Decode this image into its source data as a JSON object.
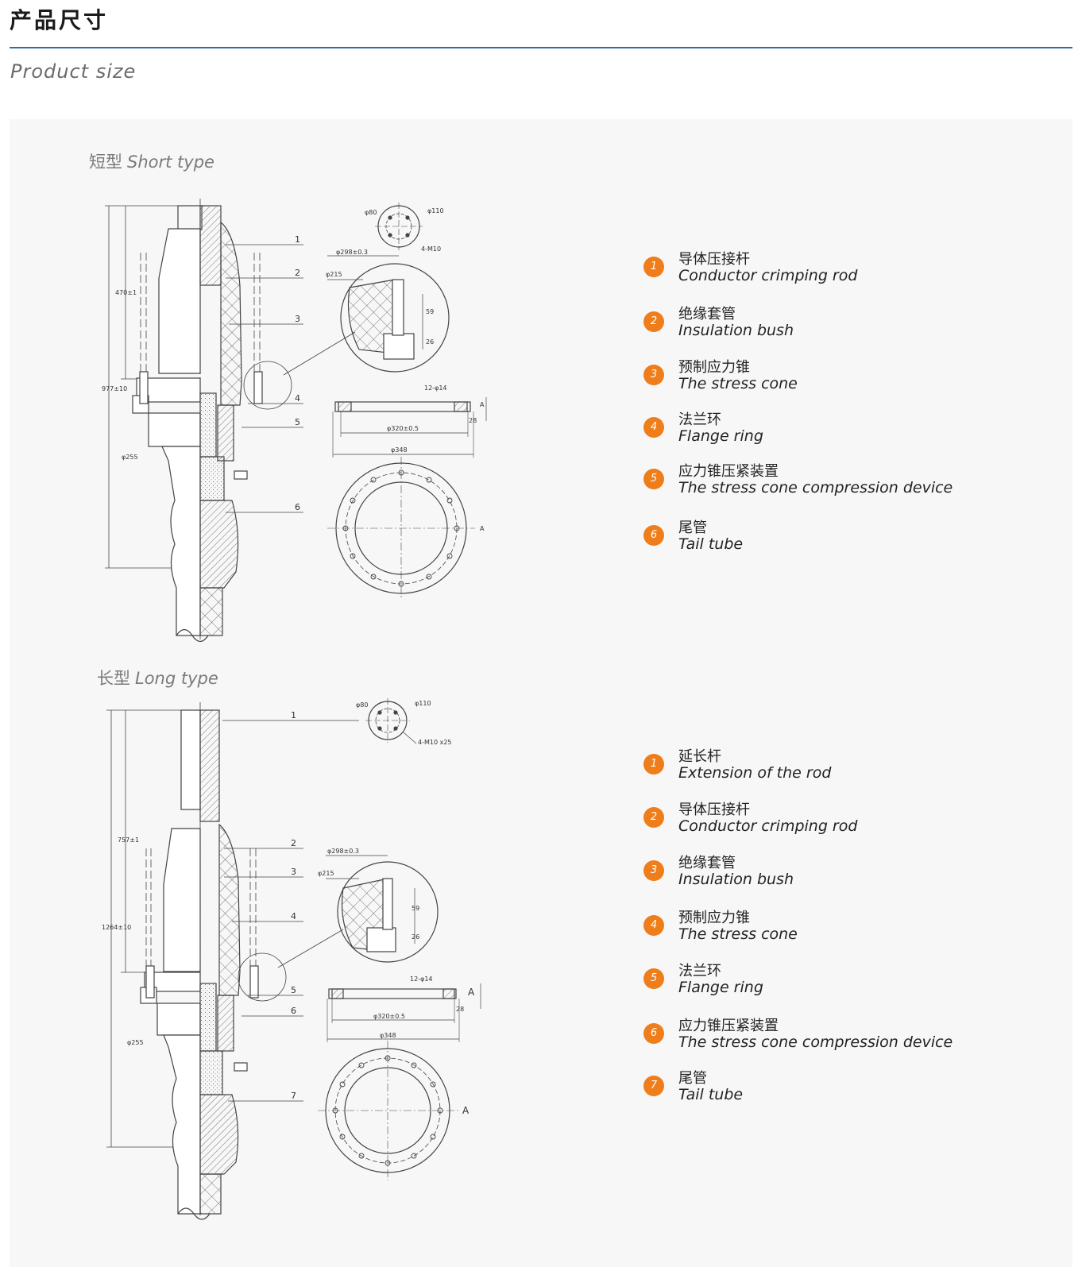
{
  "header": {
    "title": "产品尺寸",
    "subtitle": "Product size"
  },
  "sections": [
    {
      "title_cn": "短型",
      "title_en": "Short type",
      "dimensions": {
        "total": "977±10",
        "upper": "470±1",
        "dia_255": "φ255",
        "dia_298": "φ298±0.3",
        "dia_215": "φ215",
        "dia_80": "φ80",
        "dia_110": "φ110",
        "bolts": "4-M10",
        "h59": "59",
        "h26": "26",
        "holes": "12-φ14",
        "dia_320": "φ320±0.5",
        "dia_348": "φ348",
        "h28": "28",
        "view_a": "A"
      },
      "callouts": [
        "1",
        "2",
        "3",
        "4",
        "5",
        "6"
      ],
      "legend": [
        {
          "num": "1",
          "cn": "导体压接杆",
          "en": "Conductor crimping rod"
        },
        {
          "num": "2",
          "cn": "绝缘套管",
          "en": "Insulation bush"
        },
        {
          "num": "3",
          "cn": "预制应力锥",
          "en": "The stress cone"
        },
        {
          "num": "4",
          "cn": "法兰环",
          "en": "Flange ring"
        },
        {
          "num": "5",
          "cn": "应力锥压紧装置",
          "en": "The stress cone compression device"
        },
        {
          "num": "6",
          "cn": "尾管",
          "en": "Tail tube"
        }
      ]
    },
    {
      "title_cn": "长型",
      "title_en": "Long type",
      "dimensions": {
        "total": "1264±10",
        "upper": "757±1",
        "dia_255": "φ255",
        "dia_298": "φ298±0.3",
        "dia_215": "φ215",
        "dia_80": "φ80",
        "dia_110": "φ110",
        "bolts": "4-M10 x25",
        "h59": "59",
        "h26": "26",
        "holes": "12-φ14",
        "dia_320": "φ320±0.5",
        "dia_348": "φ348",
        "h28": "28",
        "view_a": "A"
      },
      "callouts": [
        "1",
        "2",
        "3",
        "4",
        "5",
        "6",
        "7"
      ],
      "legend": [
        {
          "num": "1",
          "cn": "延长杆",
          "en": "Extension of the rod"
        },
        {
          "num": "2",
          "cn": "导体压接杆",
          "en": "Conductor crimping rod"
        },
        {
          "num": "3",
          "cn": "绝缘套管",
          "en": "Insulation bush"
        },
        {
          "num": "4",
          "cn": "预制应力锥",
          "en": "The stress cone"
        },
        {
          "num": "5",
          "cn": "法兰环",
          "en": "Flange ring"
        },
        {
          "num": "6",
          "cn": "应力锥压紧装置",
          "en": "The stress cone compression device"
        },
        {
          "num": "7",
          "cn": "尾管",
          "en": "Tail tube"
        }
      ]
    }
  ],
  "colors": {
    "accent_rule": "#2f6da3",
    "badge": "#ee7d1a",
    "panel": "#f7f7f7",
    "line": "#444444"
  }
}
